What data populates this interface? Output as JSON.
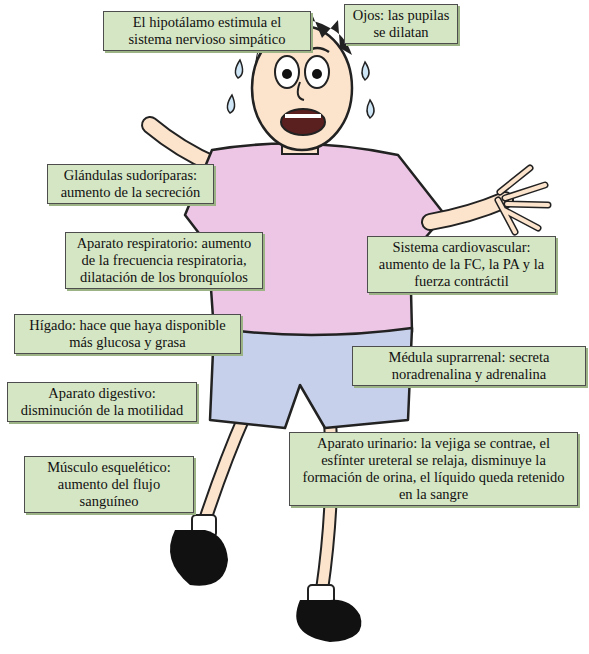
{
  "diagram": {
    "nodes": [
      {
        "text": [
          "El hipotálamo estimula el sistema nervioso simpático"
        ]
      },
      {
        "text": [
          "Ojos: las pupilas se dilatan"
        ]
      },
      {
        "text": [
          "Glándulas sudoríparas: aumento de la secreción"
        ]
      },
      {
        "text": [
          "Aparato respiratorio: aumento de la frecuencia respiratoria, dilatación de los bronquíolos"
        ]
      },
      {
        "text": [
          "Sistema cardiovascular: aumento de la FC, la PA y la fuerza contráctil"
        ]
      },
      {
        "text": [
          "Hígado: hace que haya disponible más glucosa y grasa"
        ]
      },
      {
        "text": [
          "Médula suprarrenal: secreta noradrenalina y adrenalina"
        ]
      },
      {
        "text": [
          "Aparato digestivo: disminución de la motilidad"
        ]
      },
      {
        "text": [
          "Aparato urinario: la vejiga se contrae, el esfínter ureteral se relaja, disminuye la formación de orina, el líquido queda retenido en la sangre"
        ]
      },
      {
        "text": [
          "Músculo esquelético: aumento del flujo sanguíneo"
        ]
      }
    ]
  }
}
